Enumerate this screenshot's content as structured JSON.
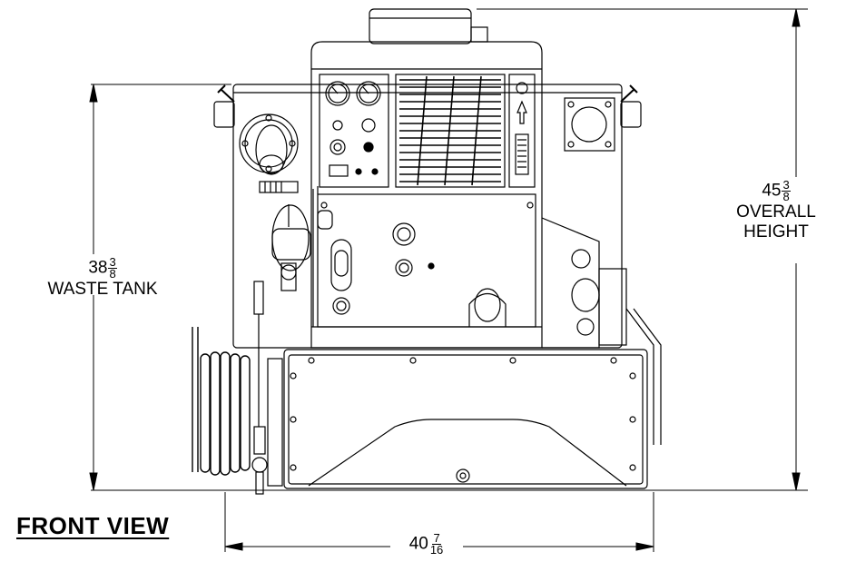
{
  "view_title": "FRONT VIEW",
  "dimensions": {
    "waste_tank": {
      "whole": "38",
      "num": "3",
      "den": "8",
      "caption": "WASTE TANK"
    },
    "overall_height": {
      "whole": "45",
      "num": "3",
      "den": "8",
      "caption_line1": "OVERALL",
      "caption_line2": "HEIGHT"
    },
    "overall_width": {
      "whole": "40",
      "num": "7",
      "den": "16"
    }
  }
}
